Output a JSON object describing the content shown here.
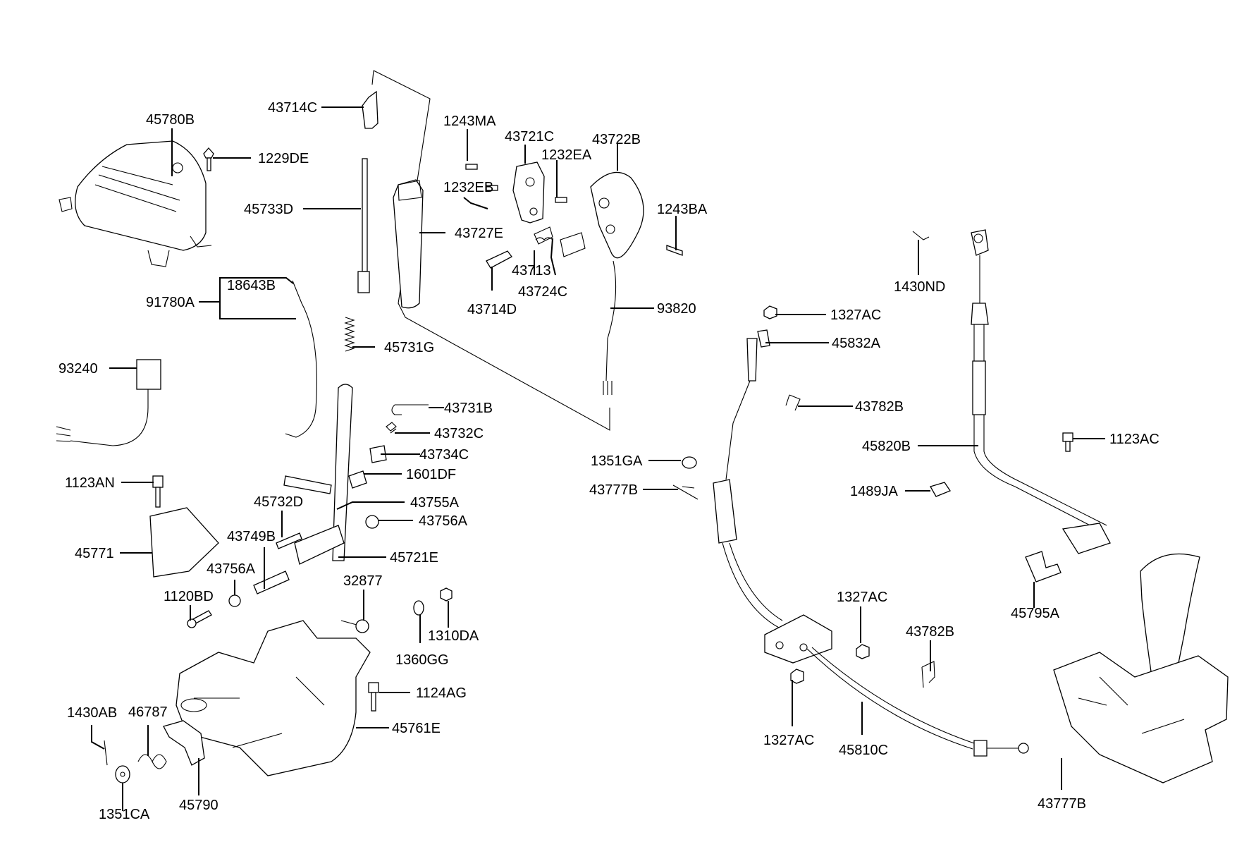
{
  "diagram": {
    "title": "Shift lever / transmission control exploded parts diagram",
    "background": "#ffffff",
    "line_color": "#000000",
    "callouts": [
      {
        "id": "c1",
        "label": "45780B"
      },
      {
        "id": "c2",
        "label": "1229DE"
      },
      {
        "id": "c3",
        "label": "43714C"
      },
      {
        "id": "c4",
        "label": "45733D"
      },
      {
        "id": "c5",
        "label": "43727E"
      },
      {
        "id": "c6",
        "label": "1243MA"
      },
      {
        "id": "c7",
        "label": "1232EB"
      },
      {
        "id": "c8",
        "label": "43721C"
      },
      {
        "id": "c9",
        "label": "1232EA"
      },
      {
        "id": "c10",
        "label": "43722B"
      },
      {
        "id": "c11",
        "label": "1243BA"
      },
      {
        "id": "c12",
        "label": "43713"
      },
      {
        "id": "c13",
        "label": "43724C"
      },
      {
        "id": "c14",
        "label": "43714D"
      },
      {
        "id": "c15",
        "label": "93820"
      },
      {
        "id": "c16",
        "label": "18643B"
      },
      {
        "id": "c17",
        "label": "91780A"
      },
      {
        "id": "c18",
        "label": "45731G"
      },
      {
        "id": "c19",
        "label": "93240"
      },
      {
        "id": "c20",
        "label": "43731B"
      },
      {
        "id": "c21",
        "label": "43732C"
      },
      {
        "id": "c22",
        "label": "43734C"
      },
      {
        "id": "c23",
        "label": "1601DF"
      },
      {
        "id": "c24",
        "label": "1123AN"
      },
      {
        "id": "c25",
        "label": "45732D"
      },
      {
        "id": "c26",
        "label": "43755A"
      },
      {
        "id": "c27",
        "label": "43756A"
      },
      {
        "id": "c28",
        "label": "43749B"
      },
      {
        "id": "c29",
        "label": "45721E"
      },
      {
        "id": "c30",
        "label": "45771"
      },
      {
        "id": "c31",
        "label": "43756A"
      },
      {
        "id": "c32",
        "label": "32877"
      },
      {
        "id": "c33",
        "label": "1120BD"
      },
      {
        "id": "c34",
        "label": "1310DA"
      },
      {
        "id": "c35",
        "label": "1360GG"
      },
      {
        "id": "c36",
        "label": "1124AG"
      },
      {
        "id": "c37",
        "label": "1430AB"
      },
      {
        "id": "c38",
        "label": "46787"
      },
      {
        "id": "c39",
        "label": "45761E"
      },
      {
        "id": "c40",
        "label": "1351CA"
      },
      {
        "id": "c41",
        "label": "45790"
      },
      {
        "id": "c42",
        "label": "1430ND"
      },
      {
        "id": "c43",
        "label": "1327AC"
      },
      {
        "id": "c44",
        "label": "45832A"
      },
      {
        "id": "c45",
        "label": "43782B"
      },
      {
        "id": "c46",
        "label": "1351GA"
      },
      {
        "id": "c47",
        "label": "43777B"
      },
      {
        "id": "c48",
        "label": "45820B"
      },
      {
        "id": "c49",
        "label": "1123AC"
      },
      {
        "id": "c50",
        "label": "1489JA"
      },
      {
        "id": "c51",
        "label": "45795A"
      },
      {
        "id": "c52",
        "label": "1327AC"
      },
      {
        "id": "c53",
        "label": "43782B"
      },
      {
        "id": "c54",
        "label": "1327AC"
      },
      {
        "id": "c55",
        "label": "45810C"
      },
      {
        "id": "c56",
        "label": "43777B"
      }
    ]
  }
}
